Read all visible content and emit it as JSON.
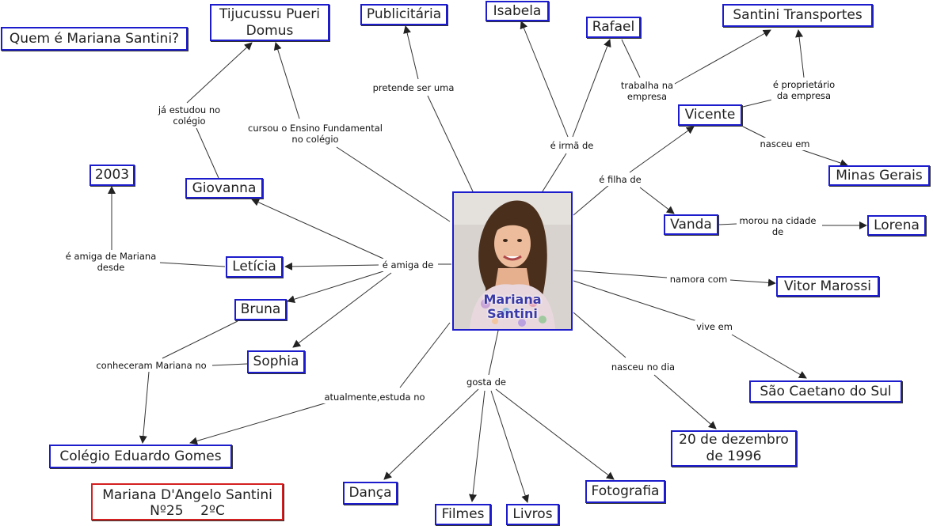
{
  "question": "Quem é Mariana Santini?",
  "center": {
    "line1": "Mariana",
    "line2": "Santini"
  },
  "nodes": {
    "tijucussu_1": "Tijucussu Pueri",
    "tijucussu_2": "Domus",
    "publicitaria": "Publicitária",
    "isabela": "Isabela",
    "rafael": "Rafael",
    "santini_transportes": "Santini Transportes",
    "vicente": "Vicente",
    "minas_gerais": "Minas Gerais",
    "vanda": "Vanda",
    "lorena": "Lorena",
    "vitor_marossi": "Vitor Marossi",
    "sao_caetano": "São Caetano do Sul",
    "data_nasc_1": "20 de dezembro",
    "data_nasc_2": "de 1996",
    "fotografia": "Fotografia",
    "livros": "Livros",
    "filmes": "Filmes",
    "danca": "Dança",
    "colegio": "Colégio Eduardo Gomes",
    "sophia": "Sophia",
    "bruna": "Bruna",
    "leticia": "Letícia",
    "giovanna": "Giovanna",
    "ano_2003": "2003"
  },
  "links": {
    "ja_estudou_1": "já estudou no",
    "ja_estudou_2": "colégio",
    "cursou_1": "cursou o Ensino Fundamental",
    "cursou_2": "no colégio",
    "pretende": "pretende ser uma",
    "irma": "é irmã de",
    "trabalha_1": "trabalha na",
    "trabalha_2": "empresa",
    "proprietario_1": "é proprietário",
    "proprietario_2": "da empresa",
    "nasceu_em": "nasceu em",
    "filha": "é filha de",
    "morou_1": "morou na cidade",
    "morou_2": "de",
    "namora": "namora com",
    "vive": "vive em",
    "nasceu_dia": "nasceu no dia",
    "gosta": "gosta de",
    "estuda": "atualmente,estuda no",
    "conheceram": "conheceram Mariana no",
    "amiga": "é amiga de",
    "amiga_desde_1": "é amiga de Mariana",
    "amiga_desde_2": "desde"
  },
  "signature": {
    "line1": "Mariana D'Angelo Santini",
    "line2": "Nº25    2ºC"
  }
}
